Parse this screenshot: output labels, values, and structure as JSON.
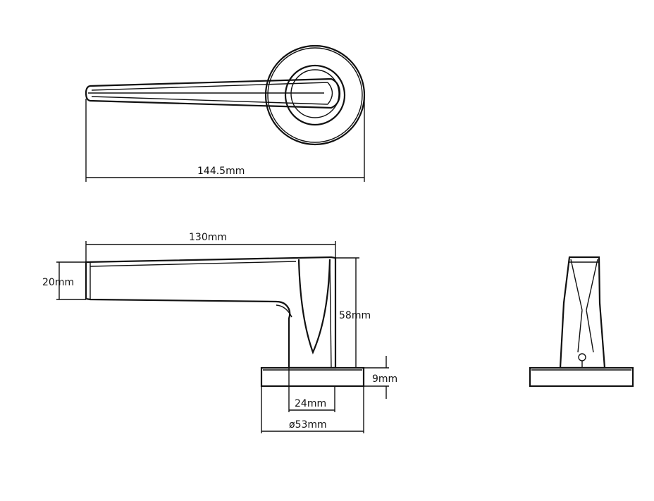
{
  "drawing": {
    "top_view": {
      "overall_length": "144.5mm"
    },
    "side_view": {
      "lever_length": "130mm",
      "lever_height": "20mm",
      "projection": "58mm",
      "rose_thickness": "9mm",
      "neck_width": "24mm",
      "rose_diameter": "ø53mm"
    }
  }
}
